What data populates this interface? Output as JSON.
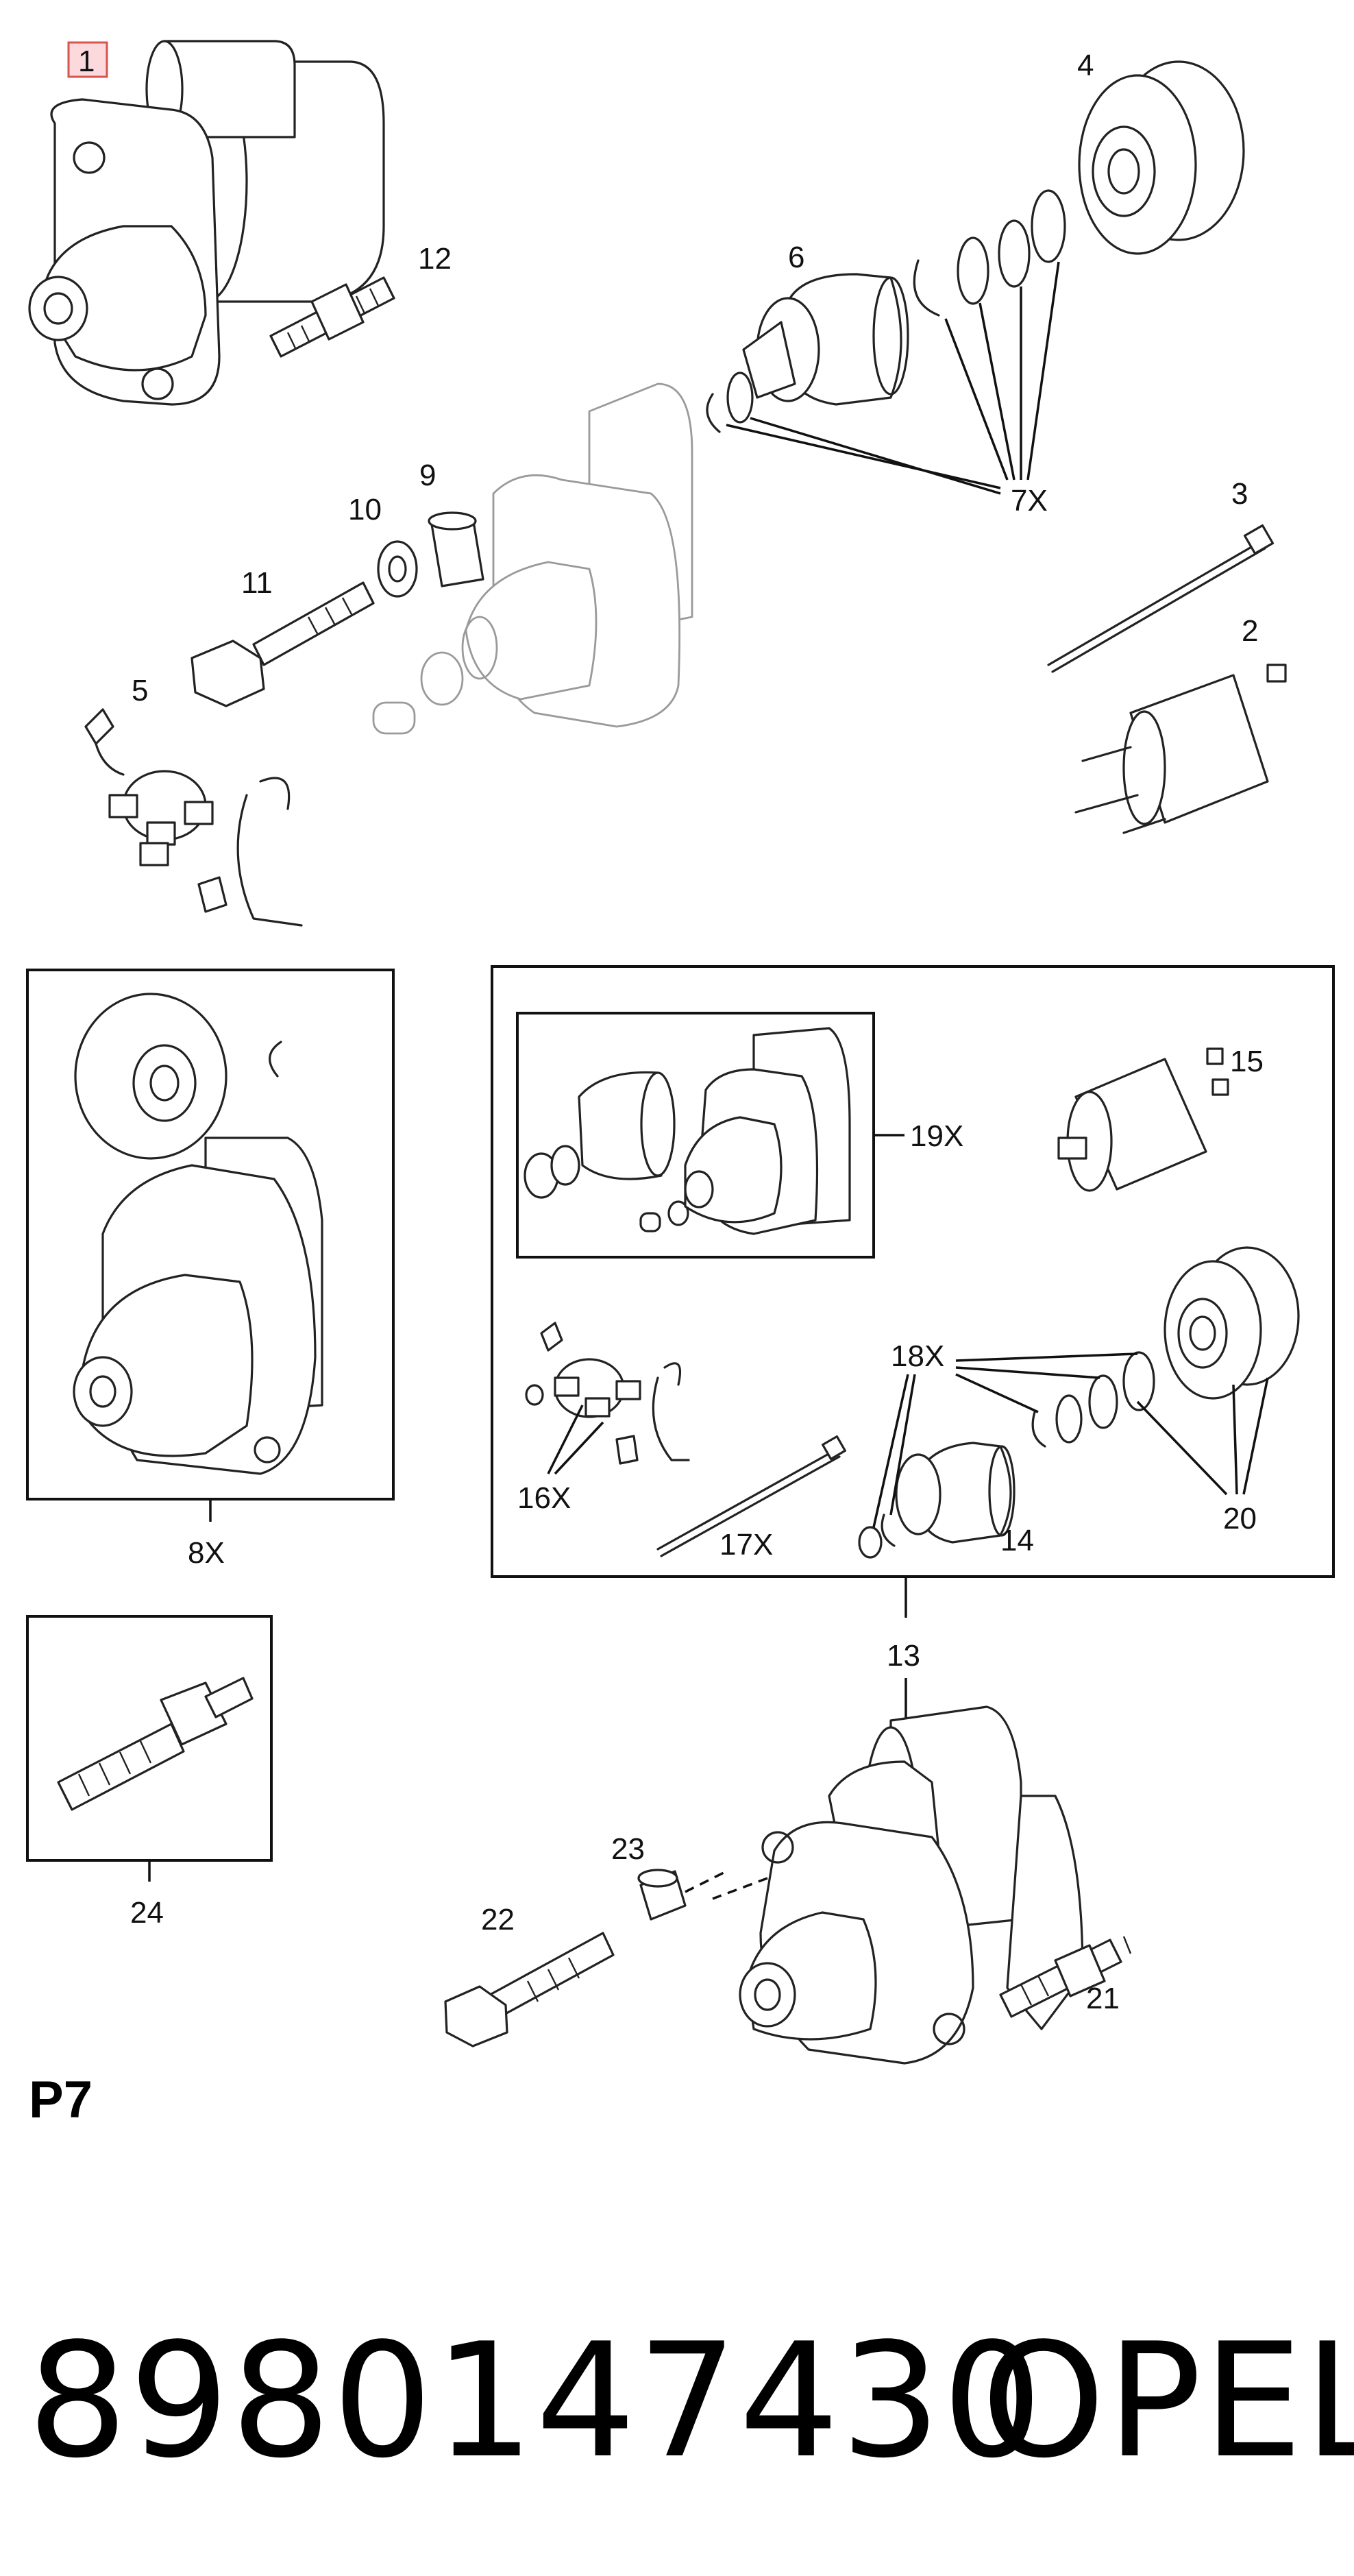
{
  "diagram": {
    "selected_item": "1",
    "callouts": {
      "c1": "1",
      "c2": "2",
      "c3": "3",
      "c4": "4",
      "c5": "5",
      "c6": "6",
      "c7x": "7X",
      "c8x": "8X",
      "c9": "9",
      "c10": "10",
      "c11": "11",
      "c12": "12",
      "c13": "13",
      "c14": "14",
      "c15": "15",
      "c16x": "16X",
      "c17x": "17X",
      "c18x": "18X",
      "c19x": "19X",
      "c20": "20",
      "c21": "21",
      "c22": "22",
      "c23": "23",
      "c24": "24"
    },
    "colors": {
      "highlight_fill": "#fbd9dc",
      "highlight_stroke": "#d9534f",
      "ghost_stroke": "#9a9a9a"
    }
  },
  "footer": {
    "page_ref": "P7",
    "part_number": "8980147430",
    "brand": "OPEL"
  }
}
